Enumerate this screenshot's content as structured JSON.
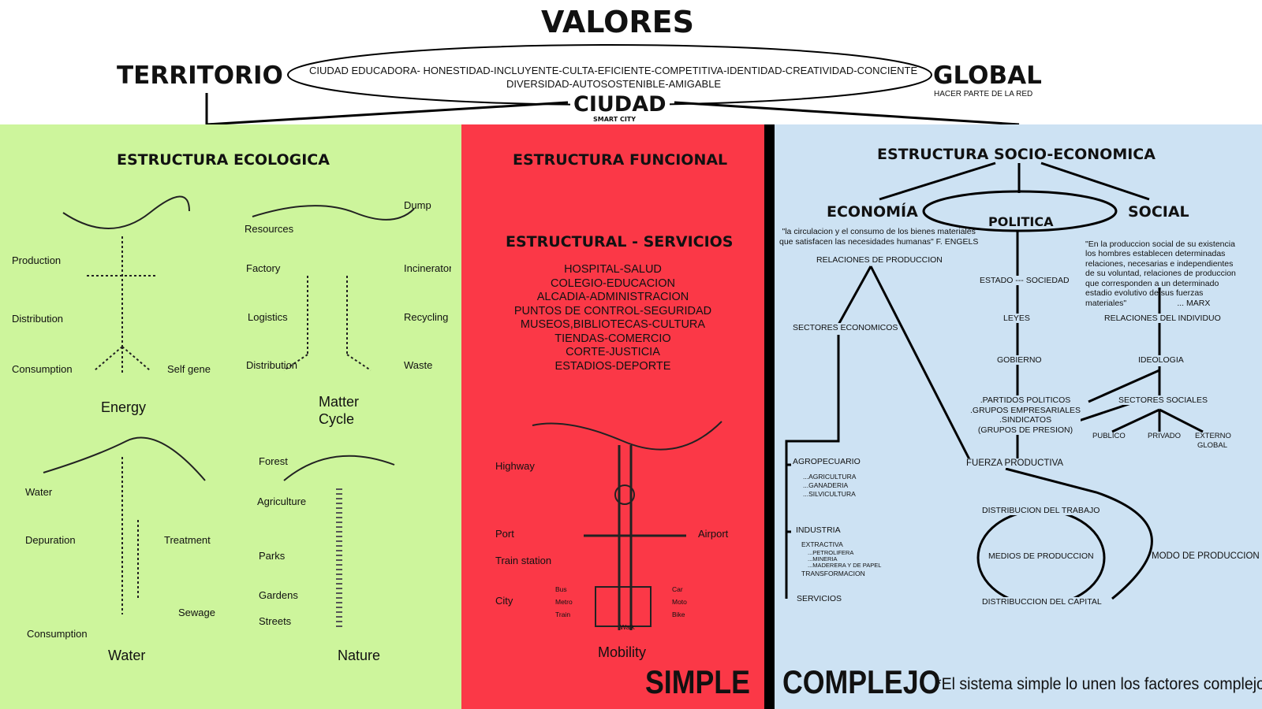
{
  "header": {
    "title": "VALORES",
    "left": "TERRITORIO",
    "right": "GLOBAL",
    "right_sub": "HACER PARTE DE LA RED",
    "center": "CIUDAD",
    "center_sub": "SMART CITY",
    "values_line1": "CIUDAD EDUCADORA- HONESTIDAD-INCLUYENTE-CULTA-EFICIENTE-COMPETITIVA-IDENTIDAD-CREATIVIDAD-CONCIENTE",
    "values_line2": "DIVERSIDAD-AUTOSOSTENIBLE-AMIGABLE"
  },
  "eco": {
    "title": "ESTRUCTURA ECOLOGICA",
    "energy": {
      "title": "Energy",
      "labels": [
        "Production",
        "Distribution",
        "Consumption",
        "Self gene"
      ]
    },
    "matter": {
      "title": "Matter",
      "title2": "Cycle",
      "labels": [
        "Dump",
        "Resources",
        "Factory",
        "Incinerator",
        "Logistics",
        "Recycling",
        "Distribution",
        "Waste"
      ]
    },
    "water": {
      "title": "Water",
      "labels": [
        "Water",
        "Depuration",
        "Treatment",
        "Sewage",
        "Consumption"
      ]
    },
    "nature": {
      "title": "Nature",
      "labels": [
        "Forest",
        "Agriculture",
        "Parks",
        "Gardens",
        "Streets"
      ]
    }
  },
  "func": {
    "title": "ESTRUCTURA FUNCIONAL",
    "subtitle": "ESTRUCTURAL - SERVICIOS",
    "services": [
      "HOSPITAL-SALUD",
      "COLEGIO-EDUCACION",
      "ALCADIA-ADMINISTRACION",
      "PUNTOS DE CONTROL-SEGURIDAD",
      "MUSEOS,BIBLIOTECAS-CULTURA",
      "TIENDAS-COMERCIO",
      "CORTE-JUSTICIA",
      "ESTADIOS-DEPORTE"
    ],
    "mobility": {
      "title": "Mobility",
      "labels": [
        "Highway",
        "Port",
        "Airport",
        "Train station",
        "City",
        "Bus",
        "Metro",
        "Train",
        "Car",
        "Moto",
        "Bike",
        "Walk"
      ]
    },
    "simple": "SIMPLE"
  },
  "socio": {
    "title": "ESTRUCTURA SOCIO-ECONOMICA",
    "economia": "ECONOMÍA",
    "politica": "POLITICA",
    "social": "SOCIAL",
    "engels_1": "\"la circulacion y el consumo de los bienes materiales",
    "engels_2": "que satisfacen las necesidades humanas\" F. ENGELS",
    "marx": [
      "\"En la produccion social de su existencia",
      "los hombres establecen determinadas",
      "relaciones, necesarias e independientes",
      "de su voluntad, relaciones de produccion",
      "que corresponden a un determinado",
      "estadio evolutivo de sus fuerzas",
      "materiales\"                      ... MARX"
    ],
    "rel_prod": "RELACIONES DE PRODUCCION",
    "sectores_eco": "SECTORES ECONOMICOS",
    "agro": "AGROPECUARIO",
    "agro_items": [
      "...AGRICULTURA",
      "...GANADERIA",
      "...SILVICULTURA"
    ],
    "industria": "INDUSTRIA",
    "extractiva": "EXTRACTIVA",
    "ext_items": [
      "...PETROLIFERA",
      "...MINERIA",
      "...MADERERA Y DE PAPEL"
    ],
    "transformacion": "TRANSFORMACION",
    "servicios": "SERVICIOS",
    "estado": "ESTADO --- SOCIEDAD",
    "leyes": "LEYES",
    "gobierno": "GOBIERNO",
    "partidos": [
      ".PARTIDOS POLITICOS",
      ".GRUPOS EMPRESARIALES",
      ".SINDICATOS",
      "(GRUPOS DE PRESION)"
    ],
    "rel_ind": "RELACIONES DEL INDIVIDUO",
    "ideologia": "IDEOLOGIA",
    "sect_soc": "SECTORES SOCIALES",
    "publico": "PUBLICO",
    "privado": "PRIVADO",
    "externo": "EXTERNO",
    "externo2": "GLOBAL",
    "fuerza": "FUERZA PRODUCTIVA",
    "dist_trabajo": "DISTRIBUCION DEL TRABAJO",
    "medios": "MEDIOS DE PRODUCCION",
    "modo": "MODO DE PRODUCCION",
    "dist_capital": "DISTRIBUCCION DEL CAPITAL",
    "complejo": "COMPLEJO",
    "note": "*El sistema simple lo unen los factores complejos"
  }
}
